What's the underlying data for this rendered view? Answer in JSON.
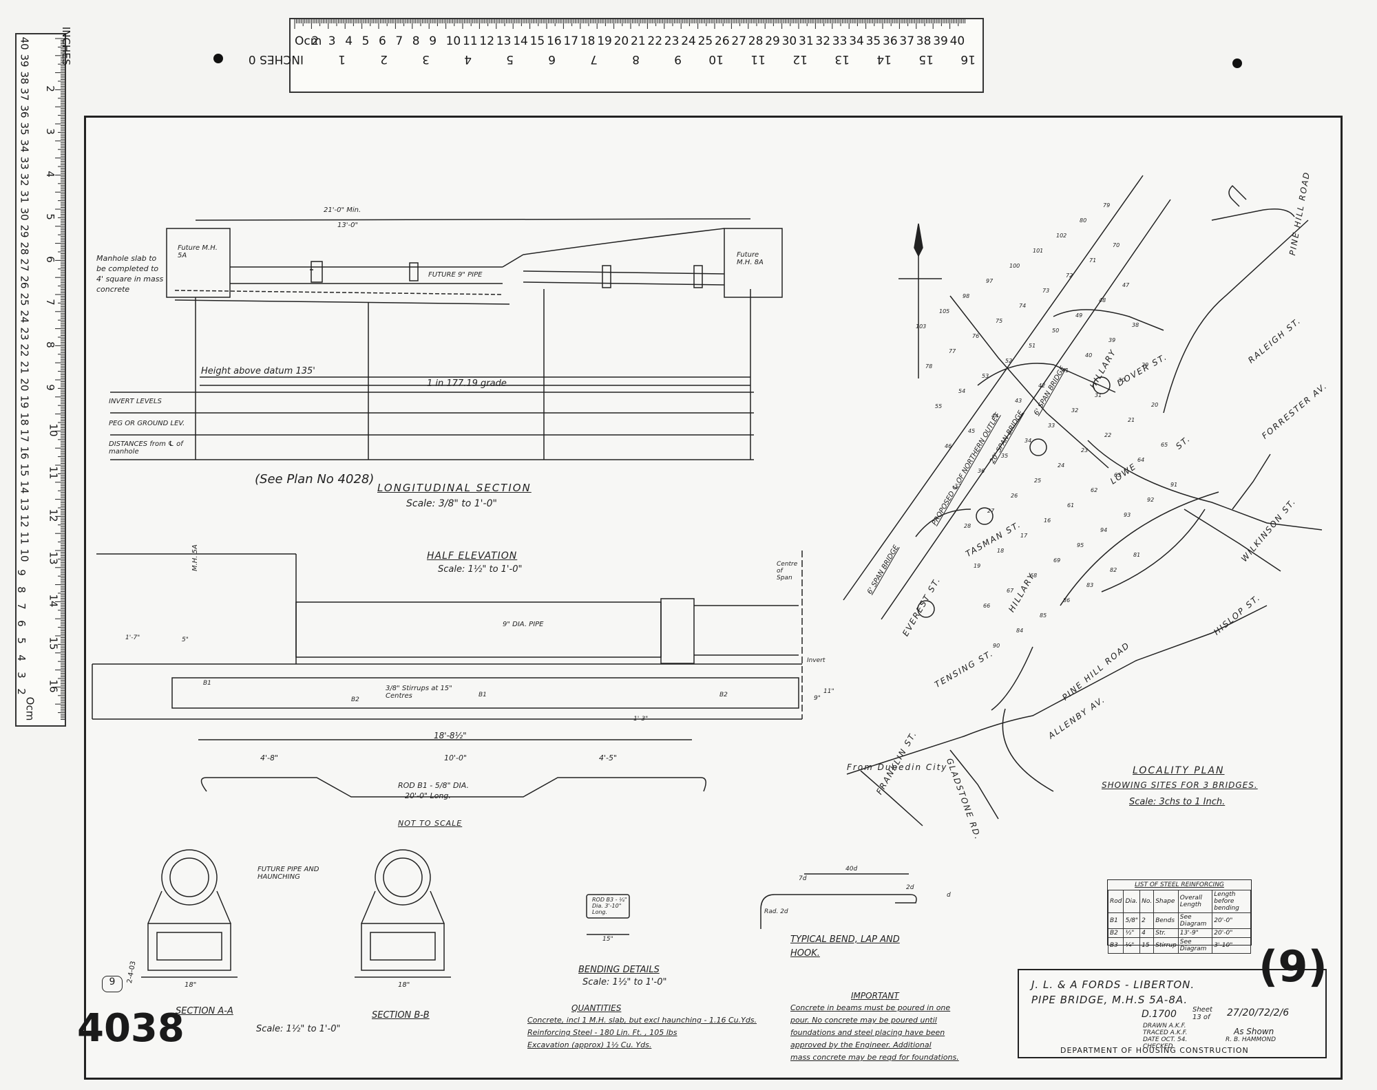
{
  "drawing_number": "4038",
  "circled_number": "(9)",
  "small_circle": "9",
  "side_mark": "2-4-03",
  "longitudinal_section": {
    "title": "LONGITUDINAL SECTION",
    "scale": "Scale: 3/8\" to 1'-0\"",
    "see_plan": "(See Plan No 4028)",
    "note_manhole": "Manhole slab to be completed to 4' square in mass concrete",
    "future_mh_left": "Future M.H. 5A",
    "future_mh_right": "Future M.H. 8A",
    "future_pipe": "FUTURE 9\" PIPE",
    "height_label": "Height above datum 135'",
    "grade": "1 in 177.19 grade",
    "dim_top": "21'-0\" Min.",
    "dim_13": "13'-0\"",
    "row_labels": [
      "INVERT LEVELS",
      "PEG OR GROUND LEV.",
      "DISTANCES from ℄ of manhole"
    ]
  },
  "half_elevation": {
    "title": "HALF ELEVATION",
    "scale": "Scale: 1½\" to 1'-0\"",
    "pipe_label": "9\" DIA. PIPE",
    "stirrups": "3/8\" Stirrups at 15\" Centres",
    "centre": "Centre of Span",
    "invert": "Invert",
    "mh": "M.H. 5A",
    "dims": [
      "1'-7\"",
      "5\"",
      "1'-3\"",
      "9\"",
      "11\""
    ],
    "bars": [
      "B1",
      "B2",
      "B1",
      "B2"
    ]
  },
  "rod_detail": {
    "overall": "18'-8½\"",
    "middle": "10'-0\"",
    "left": "4'-8\"",
    "right": "4'-5\"",
    "label": "ROD B1 - 5/8\" DIA.",
    "length": "20'-0\" Long.",
    "not_to_scale": "NOT TO SCALE"
  },
  "sections": {
    "aa": "SECTION A-A",
    "bb": "SECTION B-B",
    "scale": "Scale: 1½\" to 1'-0\"",
    "future_pipe": "FUTURE PIPE AND HAUNCHING",
    "width": "18\""
  },
  "bending": {
    "title": "BENDING DETAILS",
    "scale": "Scale: 1½\" to 1'-0\"",
    "rod_b3": "ROD B3 - ¼\" Dia. 3'-10\" Long.",
    "dim": "15\"",
    "typical": "TYPICAL BEND, LAP AND HOOK.",
    "labels": [
      "40d",
      "7d",
      "2d",
      "Rad. 2d",
      "d"
    ]
  },
  "quantities": {
    "title": "QUANTITIES",
    "lines": [
      "Concrete, incl 1 M.H. slab, but excl haunching - 1.16 Cu.Yds.",
      "Reinforcing Steel - 180 Lin. Ft. , 105 lbs",
      "Excavation (approx) 1½ Cu. Yds."
    ]
  },
  "important": {
    "title": "IMPORTANT",
    "lines": [
      "Concrete in beams must be poured in one",
      "pour. No concrete may be poured until",
      "foundations and steel placing have been",
      "approved by the Engineer. Additional",
      "mass concrete may be reqd for foundations."
    ]
  },
  "steel_list": {
    "title": "LIST OF STEEL REINFORCING",
    "headers": [
      "Rod",
      "Dia.",
      "No.",
      "Shape",
      "Overall Length",
      "Length before bending"
    ],
    "rows": [
      [
        "B1",
        "5/8\"",
        "2",
        "Bends",
        "See Diagram",
        "20'-0\""
      ],
      [
        "B2",
        "½\"",
        "4",
        "Str.",
        "13'-9\"",
        "20'-0\""
      ],
      [
        "B3",
        "¼\"",
        "15",
        "Stirrup",
        "See Diagram",
        "3'-10\""
      ]
    ]
  },
  "locality": {
    "title": "LOCALITY PLAN",
    "subtitle": "SHOWING SITES FOR 3 BRIDGES.",
    "scale": "Scale: 3chs to 1 Inch.",
    "streets": [
      "HILLARY",
      "DOVER ST.",
      "LOWE",
      "TASMAN ST.",
      "HILLARY",
      "TENSING ST.",
      "EVEREST ST.",
      "RALEIGH ST.",
      "PINE HILL ROAD",
      "FORRESTER AV.",
      "WILKINSON ST.",
      "HISLOP ST.",
      "PINE HILL ROAD",
      "ALLENBY AV.",
      "FRANKLIN ST.",
      "GLADSTONE RD.",
      "From Dunedin City",
      "ST."
    ],
    "bridges": [
      "6' SPAN BRIDGE",
      "PROPOSED ℄ OF NORTHERN OUTLET",
      "20' SPAN BRIDGE",
      "6' SPAN BRIDGE"
    ],
    "lots": [
      "103",
      "105",
      "98",
      "97",
      "100",
      "101",
      "102",
      "80",
      "79",
      "78",
      "77",
      "76",
      "75",
      "74",
      "73",
      "72",
      "71",
      "70",
      "55",
      "54",
      "53",
      "52",
      "51",
      "50",
      "49",
      "48",
      "47",
      "46",
      "45",
      "44",
      "43",
      "42",
      "41",
      "40",
      "39",
      "38",
      "37",
      "36",
      "35",
      "34",
      "33",
      "32",
      "31",
      "30",
      "29",
      "28",
      "27",
      "26",
      "25",
      "24",
      "23",
      "22",
      "21",
      "20",
      "19",
      "18",
      "17",
      "16",
      "61",
      "62",
      "63",
      "64",
      "65",
      "66",
      "67",
      "68",
      "69",
      "95",
      "94",
      "93",
      "92",
      "91",
      "90",
      "84",
      "85",
      "86",
      "83",
      "82",
      "81"
    ]
  },
  "title_block": {
    "line1": "J. L. & A FORDS - LIBERTON.",
    "line2": "PIPE BRIDGE, M.H.S 5A-8A.",
    "drawing": "D.1700",
    "sheet": "Sheet 13 of",
    "ref": "27/20/72/2/6",
    "drawn": "DRAWN A.K.F.",
    "traced": "TRACED A.K.F.",
    "date": "DATE OCT. 54.",
    "checked": "CHECKED",
    "scale": "As Shown",
    "dept": "DEPARTMENT OF HOUSING CONSTRUCTION",
    "engineer": "R. B. HAMMOND"
  },
  "ruler_top": {
    "cm": [
      "Ocm",
      "2",
      "3",
      "4",
      "5",
      "6",
      "7",
      "8",
      "9",
      "10",
      "11",
      "12",
      "13",
      "14",
      "15",
      "16",
      "17",
      "18",
      "19",
      "20",
      "21",
      "22",
      "23",
      "24",
      "25",
      "26",
      "27",
      "28",
      "29",
      "30",
      "31",
      "32",
      "33",
      "34",
      "35",
      "36",
      "37",
      "38",
      "39",
      "40"
    ],
    "inches": [
      "16",
      "15",
      "14",
      "13",
      "12",
      "11",
      "10",
      "9",
      "8",
      "7",
      "6",
      "5",
      "4",
      "3",
      "2",
      "1",
      "INCHES 0"
    ]
  },
  "ruler_left": {
    "cm": [
      "40",
      "39",
      "38",
      "37",
      "36",
      "35",
      "34",
      "33",
      "32",
      "31",
      "30",
      "29",
      "28",
      "27",
      "26",
      "25",
      "24",
      "23",
      "22",
      "21",
      "20",
      "19",
      "18",
      "17",
      "16",
      "15",
      "14",
      "13",
      "12",
      "11",
      "10",
      "9",
      "8",
      "7",
      "6",
      "5",
      "4",
      "3",
      "2",
      "Ocm"
    ],
    "inches": [
      "INCHES",
      "2",
      "3",
      "4",
      "5",
      "6",
      "7",
      "8",
      "9",
      "10",
      "11",
      "12",
      "13",
      "14",
      "15",
      "16"
    ]
  }
}
